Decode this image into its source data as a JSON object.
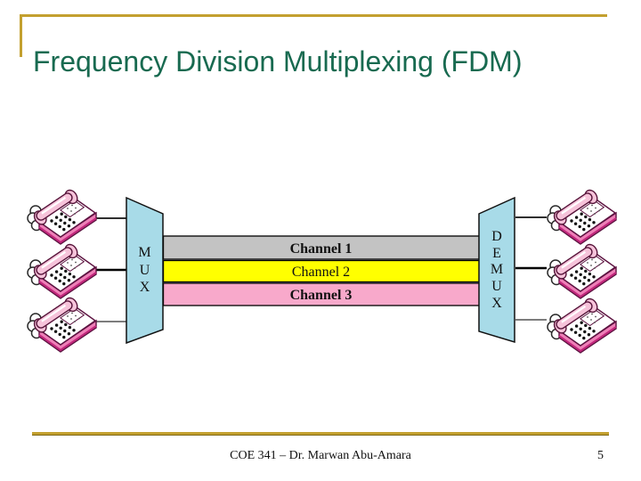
{
  "slide": {
    "title": "Frequency Division Multiplexing (FDM)"
  },
  "diagram": {
    "mux": {
      "name": "MUX",
      "letters": [
        "M",
        "U",
        "X"
      ],
      "fill": "#a8dbe8"
    },
    "demux": {
      "name": "DEMUX",
      "letters": [
        "D",
        "E",
        "M",
        "U",
        "X"
      ],
      "fill": "#a8dbe8"
    },
    "channels": [
      {
        "label": "Channel 1",
        "color": "#c3c3c3"
      },
      {
        "label": "Channel 2",
        "color": "#ffff00"
      },
      {
        "label": "Channel 3",
        "color": "#f8a9cb"
      }
    ],
    "telephone_icon": "telephone-icon",
    "left_phone_count": 3,
    "right_phone_count": 3
  },
  "footer": {
    "course": "COE 341 – Dr. Marwan Abu-Amara",
    "page_number": "5"
  },
  "colors": {
    "accent_gold": "#c3a02f",
    "title_green": "#186a50"
  }
}
